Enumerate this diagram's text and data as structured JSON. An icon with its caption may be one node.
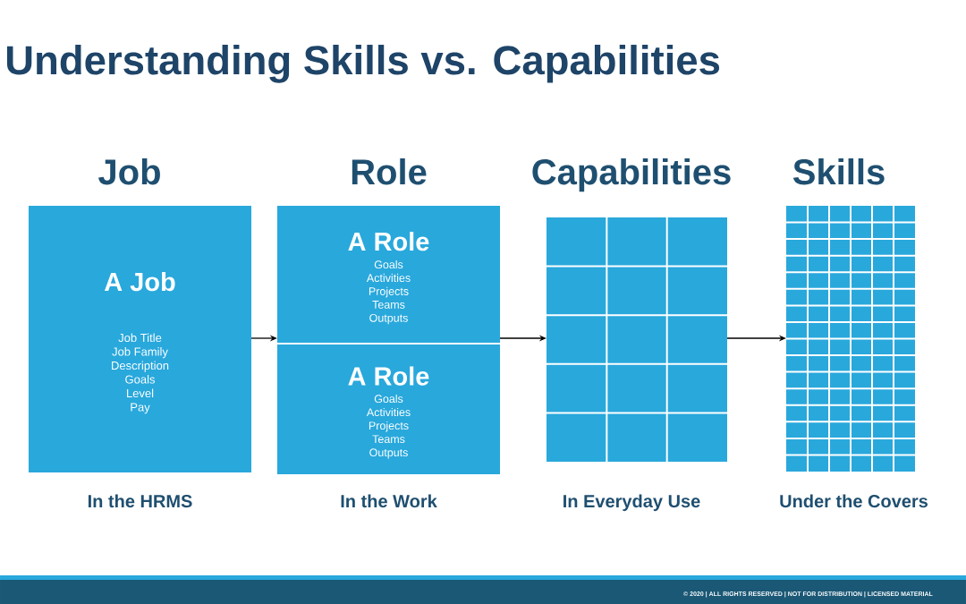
{
  "diagram": {
    "title": "Understanding Skills vs. Capabilities",
    "nodes": [
      {
        "text": [
          "Job",
          "A Job",
          "Job Title",
          "Job Family",
          "Description",
          "Goals",
          "Level",
          "Pay"
        ],
        "beside": [
          "In the HRMS"
        ]
      },
      {
        "text": [
          "Role",
          "A Role",
          "Goals",
          "Activities",
          "Projects",
          "Teams",
          "Outputs"
        ]
      },
      {
        "text": [
          "A Role",
          "Goals",
          "Activities",
          "Projects",
          "Teams",
          "Outputs"
        ],
        "beside": [
          "In the Work"
        ]
      },
      {
        "text": [
          "Capabilities"
        ],
        "beside": [
          "In Everyday Use"
        ]
      },
      {
        "text": [
          "Skills"
        ],
        "beside": [
          "Under the Covers"
        ]
      }
    ],
    "edges": [
      {
        "from": 0,
        "to": 1,
        "arrow": "to"
      },
      {
        "from": 1,
        "to": 3,
        "arrow": "to"
      },
      {
        "from": 3,
        "to": 4,
        "arrow": "to"
      }
    ],
    "labels": [
      "© 2020 | ALL RIGHTS RESERVED | NOT FOR DISTRIBUTION | LICENSED MATERIAL"
    ]
  }
}
